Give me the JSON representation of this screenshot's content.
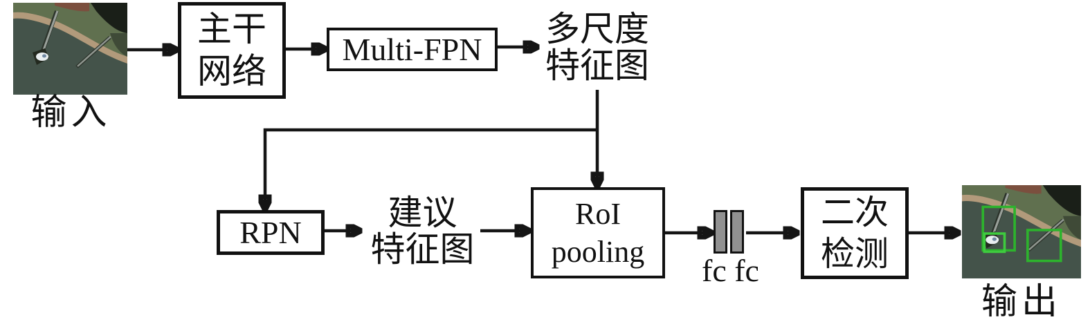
{
  "diagram": {
    "title_implied": "two-stage ship detection pipeline",
    "colors": {
      "background": "#ffffff",
      "line": "#151515",
      "box_border": "#111111",
      "fc_bar_fill": "#919191",
      "detection_box_green": "#2db32d"
    },
    "nodes": {
      "input_label": "输入",
      "backbone": {
        "line1": "主干",
        "line2": "网络"
      },
      "multi_fpn": "Multi-FPN",
      "multiscale_feature": {
        "line1": "多尺度",
        "line2": "特征图"
      },
      "rpn": "RPN",
      "proposal_feature": {
        "line1": "建议",
        "line2": "特征图"
      },
      "roi_pooling": {
        "line1": "RoI",
        "line2": "pooling"
      },
      "fc_label": "fc fc",
      "secondary_detection": {
        "line1": "二次",
        "line2": "检测"
      },
      "output_label": "输出"
    },
    "images": {
      "input": "aerial photo: shoreline with two piers and a white boat",
      "output": "same aerial photo with green detection bounding boxes"
    }
  }
}
